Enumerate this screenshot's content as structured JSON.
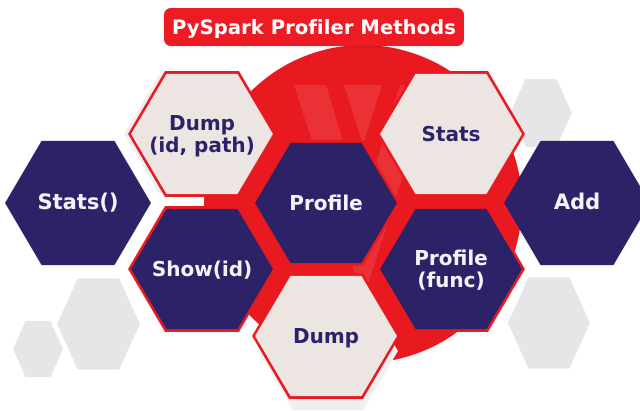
{
  "title": {
    "text": "PySpark Profiler Methods"
  },
  "colors": {
    "red": "#E8191F",
    "banner_red": "#ED1C24",
    "navy": "#2B2268",
    "cream": "#EDE5E2",
    "gray": "#E6E6E8",
    "white": "#FFFFFF"
  },
  "diagram": {
    "type": "hexagon-cluster",
    "center": {
      "label": "Profile",
      "style": "navy",
      "outlined": true
    },
    "nodes": [
      {
        "id": "stats-fn",
        "label": "Stats()",
        "style": "navy",
        "outlined": false,
        "position": "left"
      },
      {
        "id": "dump-id-path",
        "label": "Dump\n(id, path)",
        "style": "cream",
        "outlined": true,
        "position": "upper-left"
      },
      {
        "id": "profile",
        "label": "Profile",
        "style": "navy",
        "outlined": true,
        "position": "center"
      },
      {
        "id": "stats",
        "label": "Stats",
        "style": "cream",
        "outlined": true,
        "position": "upper-right"
      },
      {
        "id": "add",
        "label": "Add",
        "style": "navy",
        "outlined": false,
        "position": "right"
      },
      {
        "id": "show-id",
        "label": "Show(id)",
        "style": "navy",
        "outlined": true,
        "position": "lower-left"
      },
      {
        "id": "dump",
        "label": "Dump",
        "style": "cream",
        "outlined": true,
        "position": "bottom"
      },
      {
        "id": "profile-func",
        "label": "Profile\n(func)",
        "style": "navy",
        "outlined": true,
        "position": "lower-right"
      }
    ],
    "decorations": [
      {
        "id": "deco-top-right",
        "style": "gray"
      },
      {
        "id": "deco-bottom-right",
        "style": "gray"
      },
      {
        "id": "deco-bottom-left",
        "style": "gray"
      },
      {
        "id": "deco-bottom-left-2",
        "style": "gray"
      },
      {
        "id": "deco-bottom-center",
        "style": "faint"
      }
    ]
  }
}
